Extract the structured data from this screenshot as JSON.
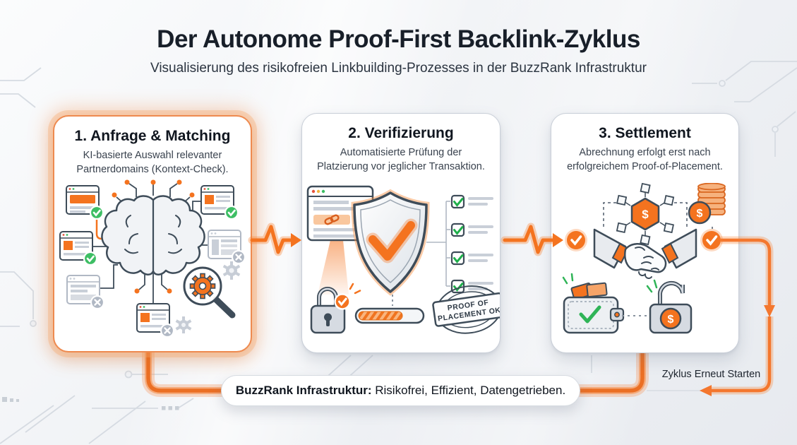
{
  "header": {
    "title": "Der Autonome Proof-First Backlink-Zyklus",
    "subtitle": "Visualisierung des risikofreien Linkbuilding-Prozesses in der BuzzRank Infrastruktur"
  },
  "cards": [
    {
      "title": "1. Anfrage & Matching",
      "description": "KI-basierte Auswahl relevanter Partnerdomains (Kontext-Check)."
    },
    {
      "title": "2. Verifizierung",
      "description": "Automatisierte Prüfung der Platzierung vor jeglicher Transaktion.",
      "stamp": {
        "line1": "PROOF OF",
        "line2": "PLACEMENT OK"
      }
    },
    {
      "title": "3. Settlement",
      "description": "Abrechnung erfolgt erst nach erfolgreichem Proof-of-Placement."
    }
  ],
  "banner": {
    "bold": "BuzzRank Infrastruktur:",
    "regular": " Risikofrei, Effizient, Datengetrieben."
  },
  "restart_label": "Zyklus Erneut Starten",
  "icons": {
    "dollar": "$"
  },
  "colors": {
    "accent_orange": "#f4731f",
    "light_orange": "#f6a468",
    "success_green": "#2fb457",
    "neutral_gray": "#b0b8c4",
    "outline_dark": "#3e4c59",
    "background": "#eef1f5"
  }
}
